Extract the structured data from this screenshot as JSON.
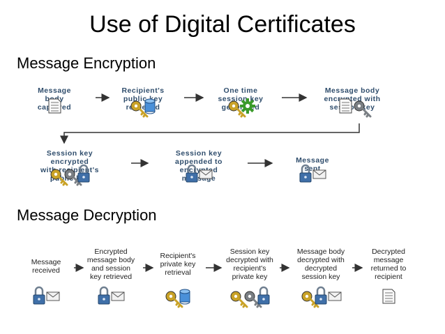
{
  "slide": {
    "title": "Use of Digital Certificates"
  },
  "encryption": {
    "heading": "Message  Encryption",
    "steps": [
      {
        "label": "Message\nbody\ncaptured",
        "icons": [
          "document-icon"
        ]
      },
      {
        "label": "Recipient's\npublic key\nretrieved",
        "icons": [
          "key-icon",
          "database-icon"
        ]
      },
      {
        "label": "One time\nsession key\ngenerated",
        "icons": [
          "key-icon",
          "gear-icon"
        ]
      },
      {
        "label": "Message body\nencrypted with\nsession key",
        "icons": [
          "document-icon",
          "key-icon"
        ]
      },
      {
        "label": "Session key\nencrypted\nwith recipient's\npublic key",
        "icons": [
          "key-icon",
          "key-icon",
          "padlock-icon"
        ]
      },
      {
        "label": "Session key\nappended to\nencrypted\nmessage",
        "icons": [
          "padlock-icon",
          "envelope-icon"
        ]
      },
      {
        "label": "Message\nsent",
        "icons": [
          "padlock-icon",
          "envelope-icon"
        ]
      }
    ]
  },
  "decryption": {
    "heading": "Message  Decryption",
    "steps": [
      {
        "label": "Message\nreceived",
        "icons": [
          "padlock-icon",
          "envelope-icon"
        ]
      },
      {
        "label": "Encrypted\nmessage body\nand session\nkey retrieved",
        "icons": [
          "padlock-icon",
          "envelope-icon"
        ]
      },
      {
        "label": "Recipient's\nprivate key\nretrieval",
        "icons": [
          "key-icon",
          "database-icon"
        ]
      },
      {
        "label": "Session key\ndecrypted with\nrecipient's\nprivate key",
        "icons": [
          "key-icon",
          "key-icon",
          "padlock-icon"
        ]
      },
      {
        "label": "Message body\ndecrypted with\ndecrypted\nsession key",
        "icons": [
          "key-icon",
          "padlock-icon",
          "envelope-icon"
        ]
      },
      {
        "label": "Decrypted\nmessage\nreturned to\nrecipient",
        "icons": [
          "document-icon"
        ]
      }
    ]
  }
}
